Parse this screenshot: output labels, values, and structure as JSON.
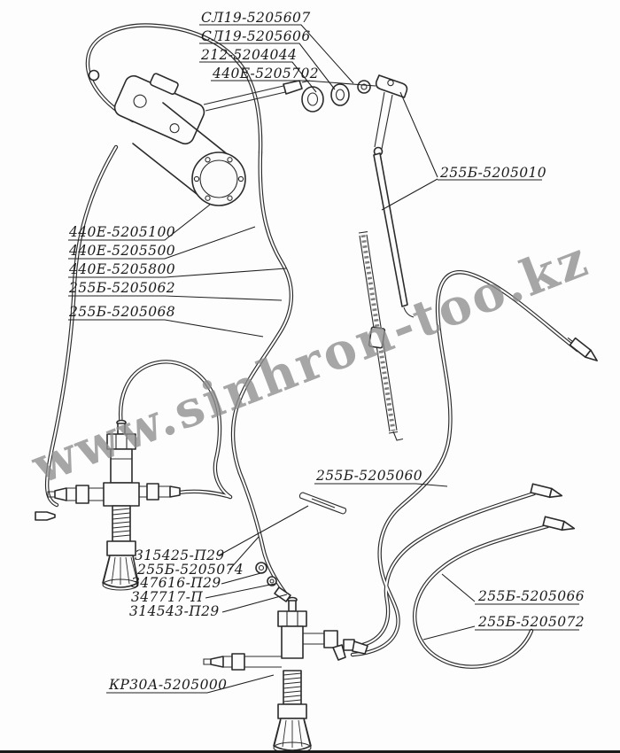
{
  "diagram": {
    "watermark": "www.sinhron-too.kz",
    "line_color": "#2b2b2b",
    "watermark_color": "#8e8e8e",
    "part_labels": [
      "СЛ19-5205607",
      "СЛ19-5205606",
      "212-5204044",
      "440Е-5205702",
      "255Б-5205010",
      "440Е-5205100",
      "440Е-5205500",
      "440Е-5205800",
      "255Б-5205062",
      "255Б-5205068",
      "255Б-5205060",
      "315425-П29",
      "255Б-5205074",
      "347616-П29",
      "347717-П",
      "314543-П29",
      "255Б-5205066",
      "255Б-5205072",
      "КР30А-5205000"
    ]
  }
}
